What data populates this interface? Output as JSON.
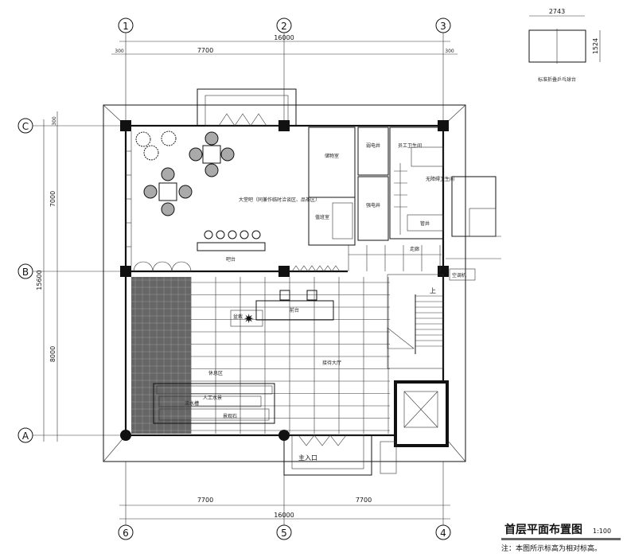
{
  "title": {
    "name": "首层平面布置图",
    "scale": "1:100",
    "note": "注：本图所示标高为相对标高。"
  },
  "table_legend": {
    "width": "2743",
    "height": "1524",
    "label": "标准折叠乒乓球台"
  },
  "axes": {
    "top": [
      "1",
      "2",
      "3"
    ],
    "bottom": [
      "6",
      "5",
      "4"
    ],
    "left": [
      "C",
      "B",
      "A"
    ]
  },
  "dimensions": {
    "top_total": "16000",
    "top_left_offset": "300",
    "top_span": "7700",
    "top_right_offset": "300",
    "left_total": "15600",
    "left_top_offset": "300",
    "left_upper": "7000",
    "left_lower": "8000",
    "bottom_left": "7700",
    "bottom_right": "7700",
    "bottom_total": "16000"
  },
  "rooms": {
    "lobby_bar": "大堂吧（同兼作临时洽谈区、品茶区）",
    "bar_counter": "吧台",
    "storage": "储物室",
    "duty_room": "值班室",
    "weak_shaft": "弱电井",
    "strong_shaft": "强电井",
    "staff_wc": "员工卫生间",
    "accessible_wc": "无障碍卫生间",
    "pipe_shaft": "管井",
    "corridor_label": "走廊",
    "ac_unit": "空调机",
    "reception": "前台",
    "plant": "盆栽",
    "lounge": "休息区",
    "water_feature": "人工水景",
    "water_label": "流水槽",
    "rockery": "景观石",
    "hall": "接待大厅",
    "entrance": "主入口",
    "stair_up": "上"
  }
}
